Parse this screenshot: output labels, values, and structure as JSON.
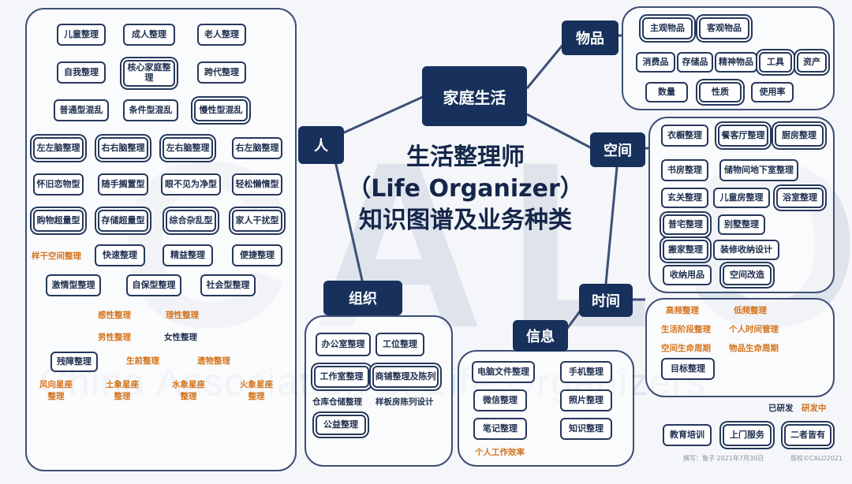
{
  "watermark": {
    "big": "CALO",
    "sub": "China Association of Life Organizers"
  },
  "title": {
    "line1": "生活整理师",
    "line2": "（Life Organizer）",
    "line3": "知识图谱及业务种类"
  },
  "hubs": {
    "center": "家庭生活",
    "person": "人",
    "items": "物品",
    "space": "空间",
    "time": "时间",
    "org": "组织",
    "info": "信息"
  },
  "person": {
    "row1": [
      "儿童整理",
      "成人整理",
      "老人整理"
    ],
    "row2": [
      "自我整理",
      "核心家庭整理",
      "跨代整理"
    ],
    "row3": [
      "普通型混乱",
      "条件型混乱",
      "慢性型混乱"
    ],
    "row4": [
      "左左脑整理",
      "右右脑整理",
      "左右脑整理",
      "右左脑整理"
    ],
    "row5": [
      "怀旧恋物型",
      "随手搁置型",
      "眼不见为净型",
      "轻松懒惰型"
    ],
    "row6": [
      "购物超量型",
      "存储超量型",
      "综合杂乱型",
      "家人干扰型"
    ],
    "row7": [
      "样干空间整理",
      "快速整理",
      "精益整理",
      "便捷整理"
    ],
    "row8": [
      "激情型整理",
      "自保型整理",
      "社会型整理"
    ],
    "row9": [
      "感性整理",
      "理性整理"
    ],
    "row10": [
      "男性整理",
      "女性整理"
    ],
    "row11": [
      "残障整理",
      "生前整理",
      "遗物整理"
    ],
    "row12": [
      "风向星座整理",
      "土象星座整理",
      "水象星座整理",
      "火象星座整理"
    ]
  },
  "items": {
    "row1": [
      "主观物品",
      "客观物品"
    ],
    "row2": [
      "消费品",
      "存储品",
      "精神物品",
      "工具",
      "资产"
    ],
    "row3": [
      "数量",
      "性质",
      "使用率"
    ]
  },
  "space": {
    "row1": [
      "衣橱整理",
      "餐客厅整理",
      "厨房整理"
    ],
    "row2": [
      "书房整理",
      "储物间地下室整理"
    ],
    "row3": [
      "玄关整理",
      "儿童房整理",
      "浴室整理"
    ],
    "row4": [
      "普宅整理",
      "别墅整理"
    ],
    "row5": [
      "搬家整理",
      "装修收纳设计"
    ],
    "row6": [
      "收纳用品",
      "空间改造"
    ]
  },
  "time": {
    "row1": [
      "高频整理",
      "低频整理"
    ],
    "row2": [
      "生活阶段整理",
      "个人时间管理"
    ],
    "row3": [
      "空间生命周期",
      "物品生命周期"
    ],
    "row4": [
      "目标整理"
    ]
  },
  "org": {
    "row1": [
      "办公室整理",
      "工位整理"
    ],
    "row2": [
      "工作室整理",
      "商铺整理及陈列"
    ],
    "row3": [
      "仓库仓储整理",
      "样板房陈列设计"
    ],
    "row4": [
      "公益整理"
    ]
  },
  "info": {
    "row1": [
      "电脑文件整理",
      "手机整理"
    ],
    "row2": [
      "微信整理",
      "照片整理"
    ],
    "row3": [
      "笔记整理",
      "知识整理"
    ],
    "row4": [
      "个人工作效率"
    ]
  },
  "legend": {
    "developed": "已研发",
    "developing": "研发中",
    "services": [
      "教育培训",
      "上门服务",
      "二者皆有"
    ]
  },
  "footer": {
    "author": "撰写：鲁子  2021年7月30日",
    "copyright": "版权©CALO2021"
  },
  "colors": {
    "hub": "#17305c",
    "line": "#3d4f75",
    "orange": "#d4731c",
    "navy": "#1f2f4f"
  }
}
